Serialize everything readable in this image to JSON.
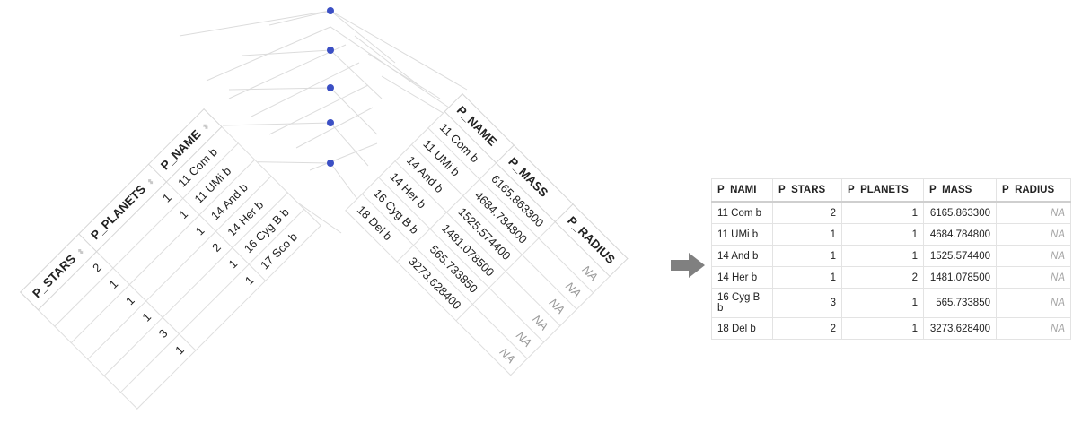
{
  "left_table": {
    "headers": [
      "P_STARS",
      "P_PLANETS",
      "P_NAME"
    ],
    "rows": [
      {
        "stars": "2",
        "planets": "1",
        "name": "11 Com b"
      },
      {
        "stars": "1",
        "planets": "1",
        "name": "11 UMi b"
      },
      {
        "stars": "1",
        "planets": "1",
        "name": "14 And b"
      },
      {
        "stars": "1",
        "planets": "2",
        "name": "14 Her b"
      },
      {
        "stars": "3",
        "planets": "1",
        "name": "16 Cyg B b"
      },
      {
        "stars": "1",
        "planets": "1",
        "name": "17 Sco b"
      }
    ]
  },
  "right_table": {
    "headers": [
      "P_NAME",
      "P_MASS",
      "P_RADIUS"
    ],
    "rows": [
      {
        "name": "11 Com b",
        "mass": "6165.863300",
        "radius": "NA"
      },
      {
        "name": "11 UMi b",
        "mass": "4684.784800",
        "radius": "NA"
      },
      {
        "name": "14 And b",
        "mass": "1525.574400",
        "radius": "NA"
      },
      {
        "name": "14 Her b",
        "mass": "1481.078500",
        "radius": "NA"
      },
      {
        "name": "16 Cyg B b",
        "mass": "565.733850",
        "radius": "NA"
      },
      {
        "name": "18 Del b",
        "mass": "3273.628400",
        "radius": "NA"
      }
    ]
  },
  "final_table": {
    "headers": [
      "P_NAMI",
      "P_STARS",
      "P_PLANETS",
      "P_MASS",
      "P_RADIUS"
    ],
    "rows": [
      {
        "name": "11 Com b",
        "stars": "2",
        "planets": "1",
        "mass": "6165.863300",
        "radius": "NA"
      },
      {
        "name": "11 UMi b",
        "stars": "1",
        "planets": "1",
        "mass": "4684.784800",
        "radius": "NA"
      },
      {
        "name": "14 And b",
        "stars": "1",
        "planets": "1",
        "mass": "1525.574400",
        "radius": "NA"
      },
      {
        "name": "14 Her b",
        "stars": "1",
        "planets": "2",
        "mass": "1481.078500",
        "radius": "NA"
      },
      {
        "name": "16 Cyg B b",
        "stars": "3",
        "planets": "1",
        "mass": "565.733850",
        "radius": "NA"
      },
      {
        "name": "18 Del b",
        "stars": "2",
        "planets": "1",
        "mass": "3273.628400",
        "radius": "NA"
      }
    ]
  },
  "colors": {
    "match_dot": "#3b4fc4",
    "grid_line": "#d9d9d9",
    "arrow": "#808080"
  },
  "icons": {
    "arrow": "right-arrow-icon",
    "match_dot": "dot-icon"
  }
}
